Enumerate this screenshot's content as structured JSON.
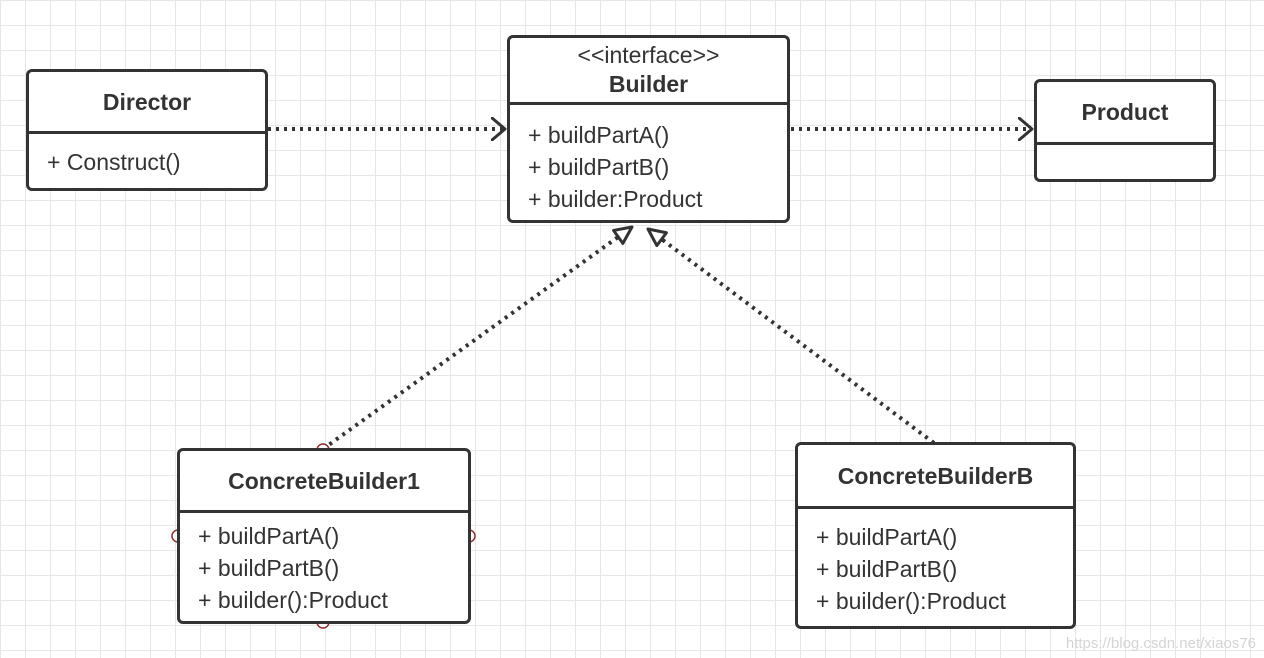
{
  "diagram": {
    "classes": {
      "director": {
        "name": "Director",
        "members": [
          "+ Construct()"
        ]
      },
      "builder": {
        "stereotype": "<<interface>>",
        "name": "Builder",
        "members": [
          "+ buildPartA()",
          "+ buildPartB()",
          "+ builder:Product"
        ]
      },
      "product": {
        "name": "Product",
        "members": []
      },
      "concrete_builder_1": {
        "name": "ConcreteBuilder1",
        "members": [
          "+ buildPartA()",
          "+ buildPartB()",
          "+ builder():Product"
        ]
      },
      "concrete_builder_b": {
        "name": "ConcreteBuilderB",
        "members": [
          "+ buildPartA()",
          "+ buildPartB()",
          "+ builder():Product"
        ]
      }
    },
    "relationships": [
      {
        "from": "Director",
        "to": "Builder",
        "type": "dependency",
        "line": "dotted",
        "arrowhead": "open-arrow"
      },
      {
        "from": "Builder",
        "to": "Product",
        "type": "dependency",
        "line": "dotted",
        "arrowhead": "open-arrow"
      },
      {
        "from": "ConcreteBuilder1",
        "to": "Builder",
        "type": "realization",
        "line": "dotted",
        "arrowhead": "hollow-triangle"
      },
      {
        "from": "ConcreteBuilderB",
        "to": "Builder",
        "type": "realization",
        "line": "dotted",
        "arrowhead": "hollow-triangle"
      }
    ],
    "colors": {
      "stroke": "#333333",
      "selection_handle": "#8b2f2f",
      "grid": "#e6e6e6",
      "background": "#ffffff"
    }
  },
  "watermark": "https://blog.csdn.net/xiaos76"
}
